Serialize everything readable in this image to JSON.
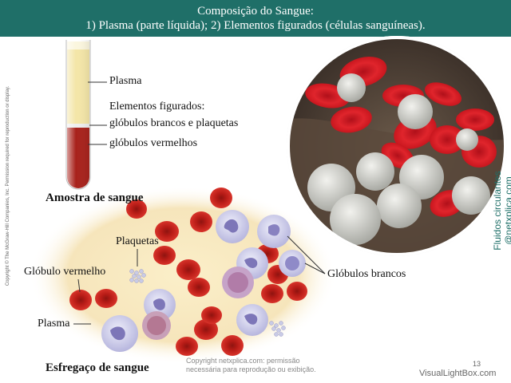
{
  "header": {
    "line1": "Composição do Sangue:",
    "line2": "1) Plasma (parte líquida); 2) Elementos figurados (células sanguíneas)."
  },
  "tube": {
    "plasma_label": "Plasma",
    "formed_label": "Elementos figurados:",
    "wbc_platelets_label": "glóbulos brancos e plaquetas",
    "rbc_label": "glóbulos vermelhos",
    "caption": "Amostra de sangue"
  },
  "smear": {
    "platelets_label": "Plaquetas",
    "rbc_label": "Glóbulo vermelho",
    "wbc_label": "Glóbulos brancos",
    "plasma_label": "Plasma",
    "caption": "Esfregaço de sangue"
  },
  "side_text": {
    "copyright": "Copyright © The McGraw-Hill Companies, Inc. Permission required for reproduction or display.",
    "site": "Fluidos circulantes @netxplica.com"
  },
  "footer": {
    "permission_line1": "Copyright netxplica.com: permissão",
    "permission_line2": "necessária para reprodução ou exibição.",
    "page_number": "13",
    "watermark": "VisualLightBox.com"
  },
  "colors": {
    "header_bg": "#1f6f68",
    "plasma": "#f4e6a8",
    "blood": "#a8221c",
    "rbc": "#c0201b",
    "wbc": "#c9c8e8",
    "smear_bg": "#f6e9c6"
  }
}
